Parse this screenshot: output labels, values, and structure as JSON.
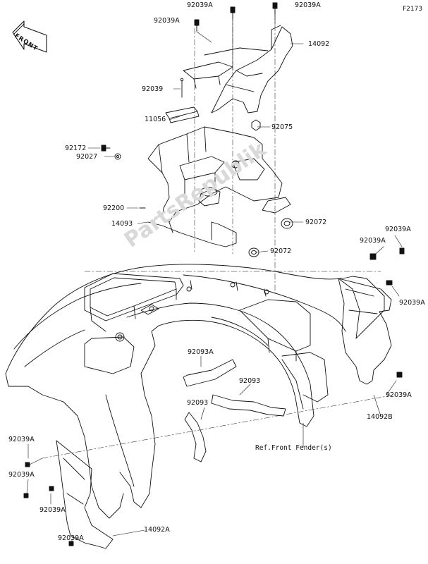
{
  "figure_code": "F2173",
  "front_badge": "FRONT",
  "watermark": "PartsRepublik",
  "callouts": [
    {
      "id": "c01",
      "text": "92039A"
    },
    {
      "id": "c02",
      "text": "92039A"
    },
    {
      "id": "c03",
      "text": "92039A"
    },
    {
      "id": "c04",
      "text": "14092"
    },
    {
      "id": "c05",
      "text": "92039"
    },
    {
      "id": "c06",
      "text": "11056"
    },
    {
      "id": "c07",
      "text": "92075"
    },
    {
      "id": "c08",
      "text": "92172"
    },
    {
      "id": "c09",
      "text": "92027"
    },
    {
      "id": "c10",
      "text": "92200"
    },
    {
      "id": "c11",
      "text": "14093"
    },
    {
      "id": "c12",
      "text": "92072"
    },
    {
      "id": "c13",
      "text": "92072"
    },
    {
      "id": "c14",
      "text": "92039A"
    },
    {
      "id": "c15",
      "text": "92039A"
    },
    {
      "id": "c16",
      "text": "92039A"
    },
    {
      "id": "c17",
      "text": "92093A"
    },
    {
      "id": "c18",
      "text": "92093"
    },
    {
      "id": "c19",
      "text": "92093"
    },
    {
      "id": "c20",
      "text": "92039A"
    },
    {
      "id": "c21",
      "text": "14092B"
    },
    {
      "id": "c22",
      "text": "Ref.Front Fender(s)"
    },
    {
      "id": "c23",
      "text": "92039A"
    },
    {
      "id": "c24",
      "text": "92039A"
    },
    {
      "id": "c25",
      "text": "92039A"
    },
    {
      "id": "c26",
      "text": "14092A"
    },
    {
      "id": "c27",
      "text": "92039A"
    }
  ]
}
